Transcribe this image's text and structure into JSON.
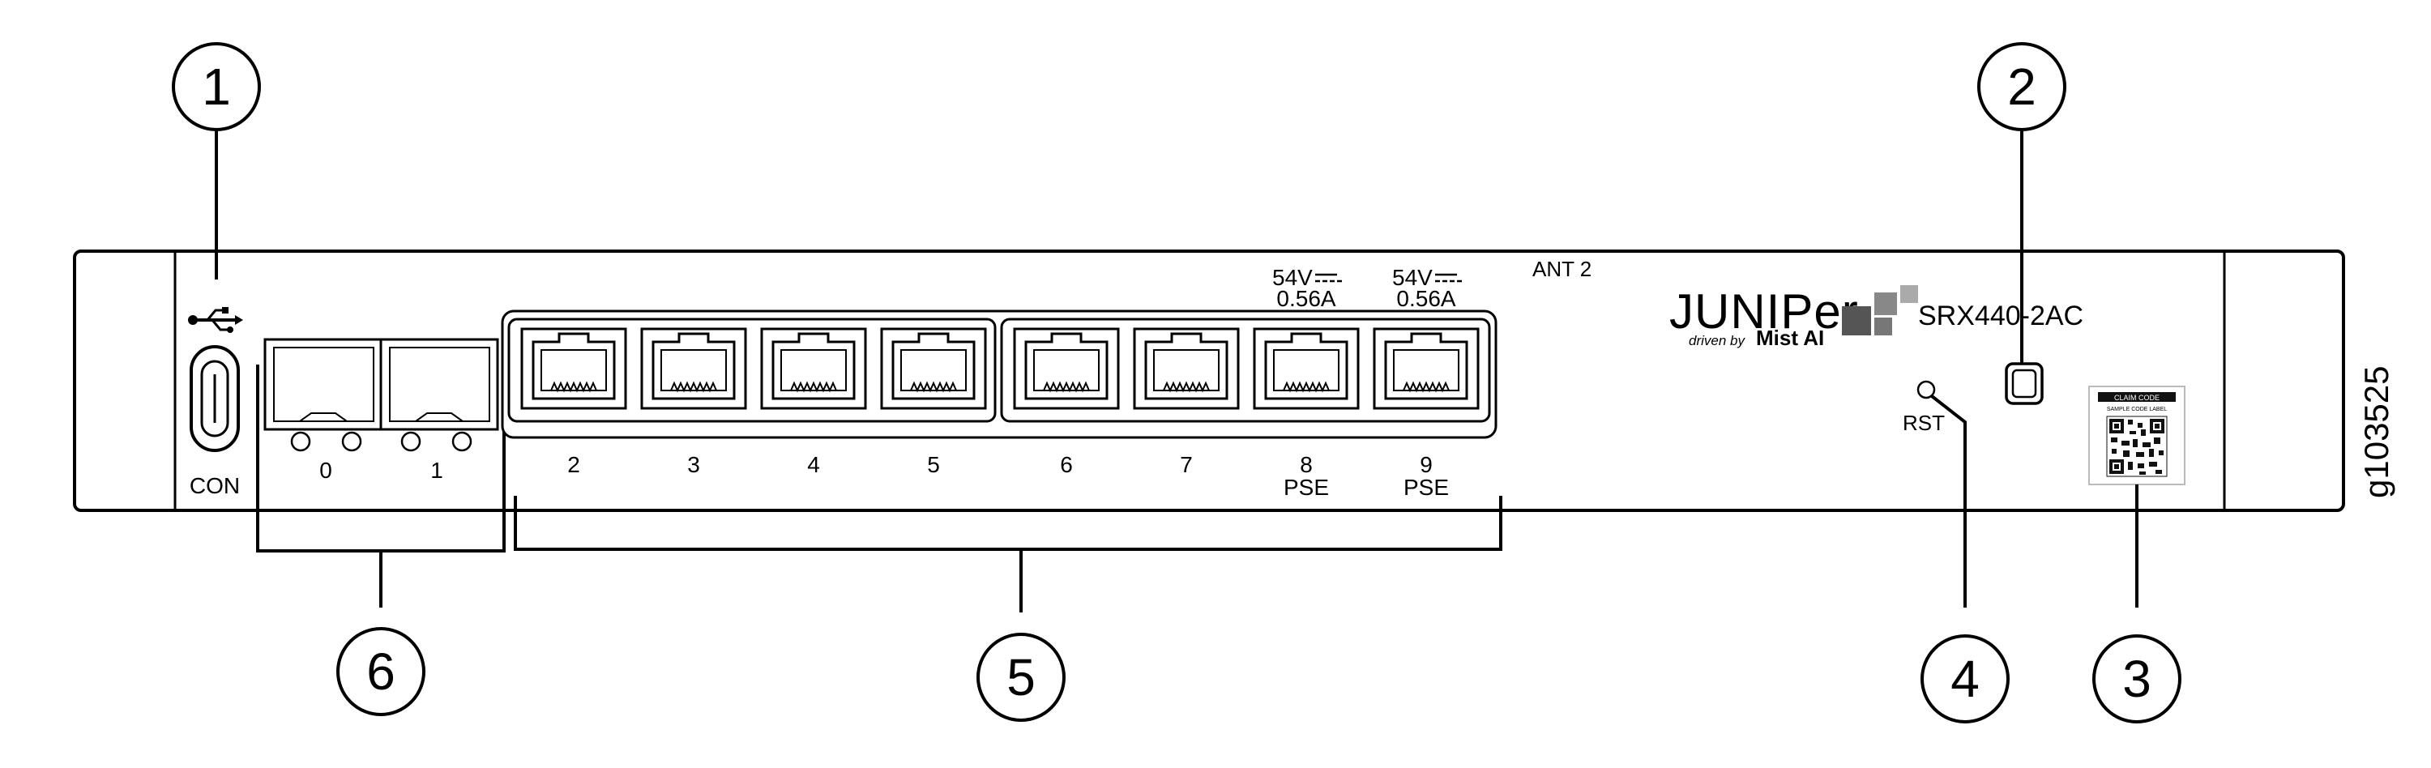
{
  "ports": {
    "usb_label": "CON",
    "sfp_labels": [
      "0",
      "1"
    ],
    "rj45_labels": [
      "2",
      "3",
      "4",
      "5",
      "6",
      "7",
      "8",
      "9"
    ],
    "pse_label": "PSE",
    "power_voltage": "54V",
    "power_current": "0.56A"
  },
  "antenna_label": "ANT 2",
  "brand": {
    "name": "JUNIPer",
    "tagline_prefix": "driven by",
    "tagline_brand": "Mist AI"
  },
  "model": "SRX440-2AC",
  "reset_label": "RST",
  "claim_label": {
    "title": "CLAIM CODE",
    "subtitle": "SAMPLE CODE LABEL"
  },
  "callouts": [
    "1",
    "2",
    "3",
    "4",
    "5",
    "6"
  ],
  "figure_id": "g103525"
}
